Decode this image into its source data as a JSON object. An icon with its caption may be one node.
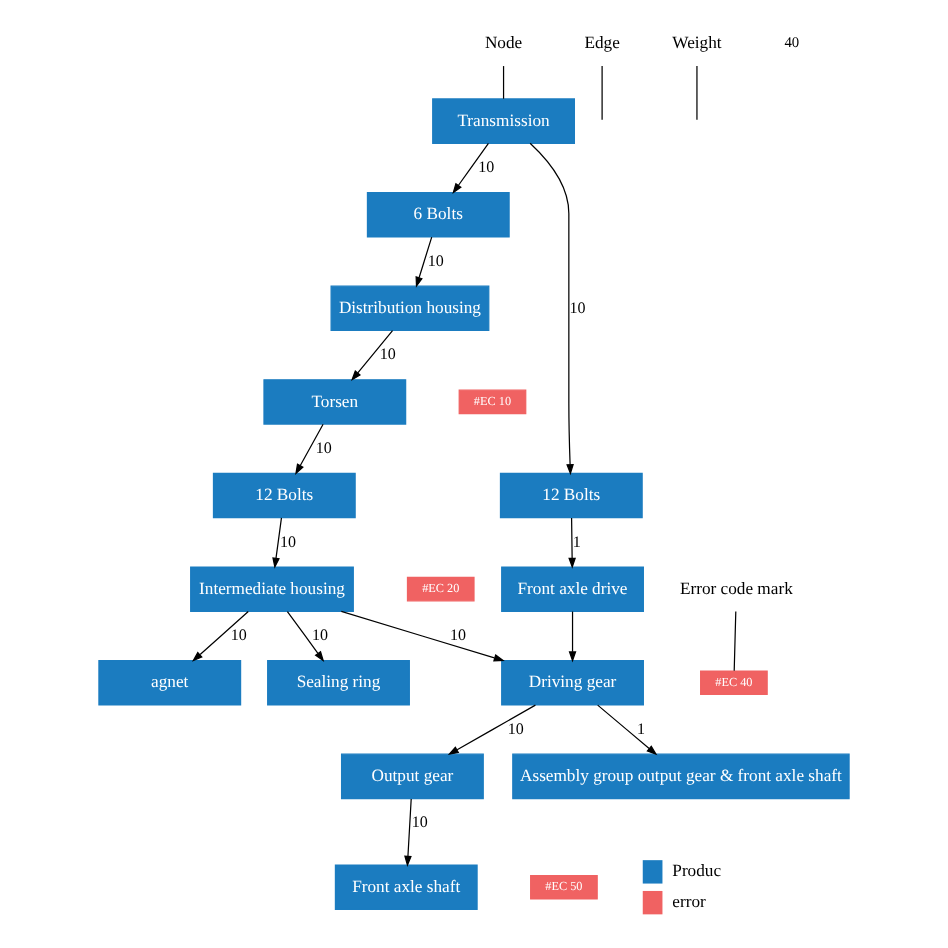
{
  "diagram": {
    "nodes": [
      {
        "text": [
          "Transmission"
        ]
      },
      {
        "text": [
          "6 Bolts"
        ]
      },
      {
        "text": [
          "Distribution housing"
        ]
      },
      {
        "text": [
          "Torsen"
        ]
      },
      {
        "text": [
          "12 Bolts"
        ]
      },
      {
        "text": [
          "Intermediate housing"
        ]
      },
      {
        "text": [
          "agnet"
        ]
      },
      {
        "text": [
          "Sealing ring"
        ]
      },
      {
        "text": [
          "12 Bolts"
        ]
      },
      {
        "text": [
          "Front axle drive"
        ]
      },
      {
        "text": [
          "Driving gear"
        ]
      },
      {
        "text": [
          "Output gear"
        ]
      },
      {
        "text": [
          "Front axle shaft"
        ]
      },
      {
        "text": [
          "Assembly group output gear & front axle shaft"
        ]
      },
      {
        "text": [
          "#EC 10"
        ]
      },
      {
        "text": [
          "#EC 20"
        ]
      },
      {
        "text": [
          "#EC 40"
        ]
      },
      {
        "text": [
          "#EC 50"
        ]
      },
      {
        "text": [
          "Node"
        ]
      },
      {
        "text": [
          "Edge"
        ]
      },
      {
        "text": [
          "Weight"
        ]
      },
      {
        "text": [
          "Error code mark"
        ]
      }
    ],
    "edges": [
      {
        "from": 0,
        "to": 1,
        "arrow": "to",
        "label": "10"
      },
      {
        "from": 1,
        "to": 2,
        "arrow": "to",
        "label": "10"
      },
      {
        "from": 2,
        "to": 3,
        "arrow": "to",
        "label": "10"
      },
      {
        "from": 3,
        "to": 4,
        "arrow": "to",
        "label": "10"
      },
      {
        "from": 4,
        "to": 5,
        "arrow": "to",
        "label": "10"
      },
      {
        "from": 5,
        "to": 6,
        "arrow": "to",
        "label": "10"
      },
      {
        "from": 5,
        "to": 7,
        "arrow": "to",
        "label": "10"
      },
      {
        "from": 5,
        "to": 10,
        "arrow": "to",
        "label": "10"
      },
      {
        "from": 0,
        "to": 8,
        "arrow": "to",
        "label": "10"
      },
      {
        "from": 8,
        "to": 9,
        "arrow": "to",
        "label": "1"
      },
      {
        "from": 9,
        "to": 10,
        "arrow": "to"
      },
      {
        "from": 10,
        "to": 11,
        "arrow": "to",
        "label": "10"
      },
      {
        "from": 10,
        "to": 13,
        "arrow": "to",
        "label": "1"
      },
      {
        "from": 11,
        "to": 12,
        "arrow": "to",
        "label": "10"
      },
      {
        "from": 18,
        "to": 0,
        "arrow": "none"
      },
      {
        "from": 19,
        "to": null,
        "arrow": "none"
      },
      {
        "from": 20,
        "to": null,
        "arrow": "none"
      },
      {
        "from": 21,
        "to": 16,
        "arrow": "none"
      }
    ],
    "labels": [
      "40"
    ],
    "legend": [
      {
        "text": "Produc",
        "color": "#1b7cc0"
      },
      {
        "text": "error",
        "color": "#f06262"
      }
    ]
  }
}
